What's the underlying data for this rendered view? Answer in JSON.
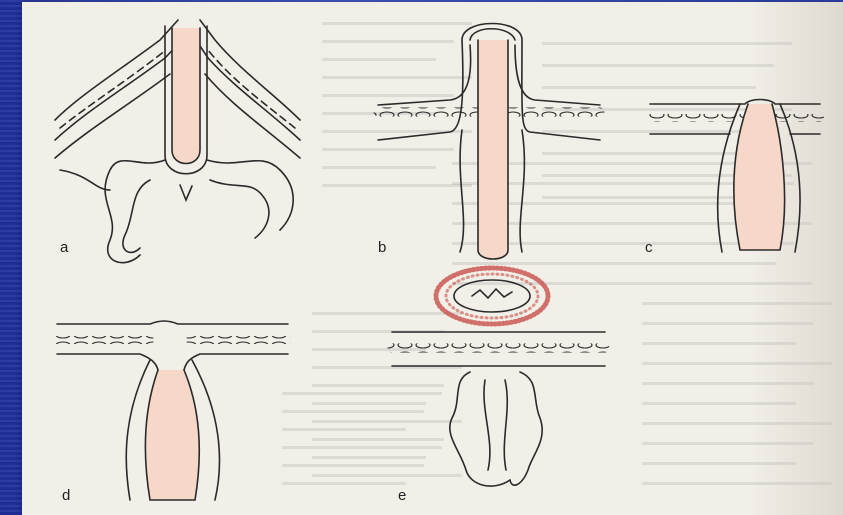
{
  "figure": {
    "panels": [
      {
        "id": "a",
        "label": "a"
      },
      {
        "id": "b",
        "label": "b"
      },
      {
        "id": "c",
        "label": "c"
      },
      {
        "id": "d",
        "label": "d"
      },
      {
        "id": "e",
        "label": "e"
      }
    ]
  },
  "colors": {
    "slide_background": "#2a3aa8",
    "paper": "#f2efe8",
    "line_art": "#2a2a2a",
    "tissue_fill": "#f6d8c8",
    "inflammation_dots": "#c8504a"
  }
}
